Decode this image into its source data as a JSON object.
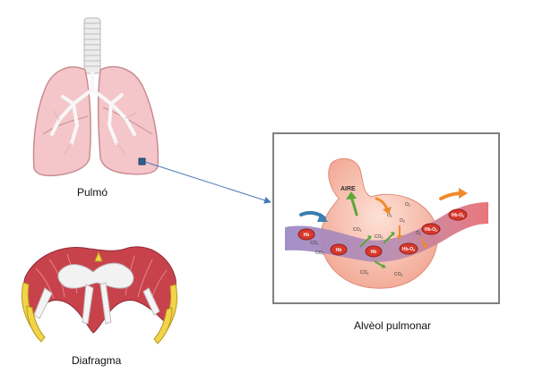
{
  "labels": {
    "lung": "Pulmó",
    "diaphragm": "Diafragma",
    "alveolus": "Alvèol pulmonar"
  },
  "alveolus_figure": {
    "air_label": "AIRE",
    "gas_labels": {
      "co2": "CO",
      "co2_sub": "2",
      "o2": "O",
      "o2_sub": "2"
    },
    "hb_labels": {
      "hb": "Hb",
      "hbo2": "Hb-O",
      "hbo2_sub": "2"
    }
  },
  "colors": {
    "lung_fill": "#f4c6c9",
    "lung_stroke": "#c98c90",
    "trachea": "#e8e8e8",
    "alveolus_fill": "#f7b9a8",
    "venous_vessel": "#9b86c4",
    "arterial_vessel": "#e86a6f",
    "rbc": "#d8382c",
    "arrow_blue": "#3c7fb0",
    "arrow_green": "#5aa83a",
    "arrow_orange": "#f08a2c",
    "frame": "#808080",
    "connector": "#4a7ab8",
    "muscle": "#c8424c",
    "tendon": "#f0f0f0",
    "rib": "#f2d44a"
  }
}
